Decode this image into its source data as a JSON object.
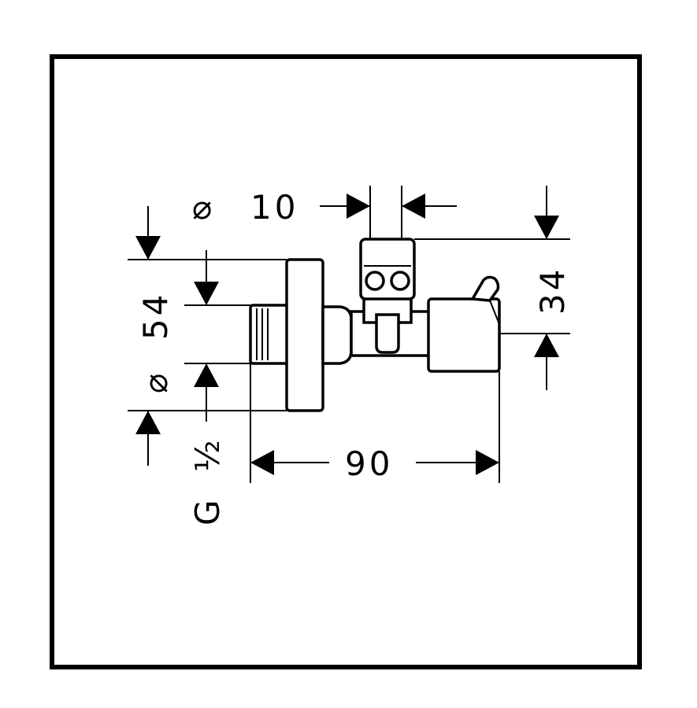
{
  "drawing": {
    "type": "technical-dimension-drawing",
    "dimensions": {
      "outlet_diameter": {
        "symbol": "⌀",
        "value": "10"
      },
      "flange_diameter": {
        "symbol": "⌀",
        "value": "54"
      },
      "height": {
        "value": "34"
      },
      "length": {
        "value": "90"
      },
      "thread": {
        "prefix": "G",
        "value": "½"
      }
    },
    "colors": {
      "line": "#000000",
      "background": "#ffffff"
    }
  }
}
